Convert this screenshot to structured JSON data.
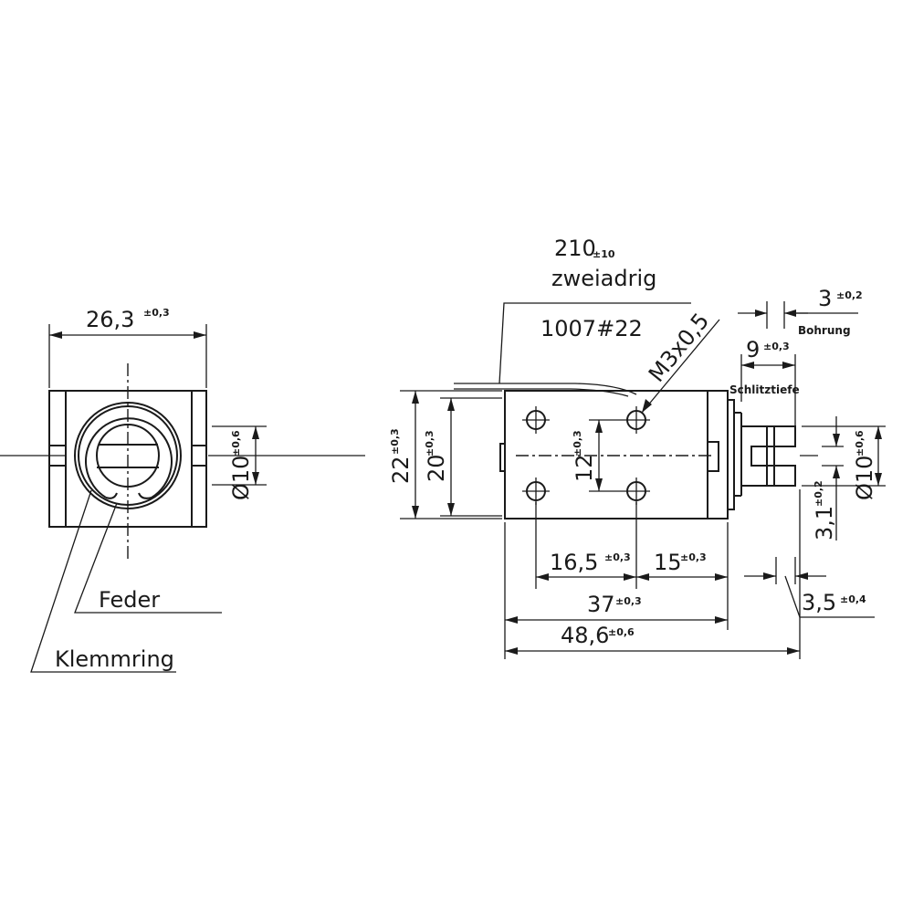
{
  "front_view": {
    "width": {
      "value": "26,3",
      "tol": "±0,3"
    },
    "diameter": {
      "value": "Ø10",
      "tol": "±0,6"
    },
    "label_spring": "Feder",
    "label_clamp": "Klemmring"
  },
  "side_view": {
    "cable_length": {
      "value": "210",
      "tol": "±10"
    },
    "cable_type": "zweiadrig",
    "cable_spec": "1007#22",
    "thread": "M3x0,5",
    "height_outer": {
      "value": "22",
      "tol": "±0,3"
    },
    "height_inner": {
      "value": "20",
      "tol": "±0,3"
    },
    "hole_spacing_v": {
      "value": "12",
      "tol": "±0,3"
    },
    "bore": {
      "value": "3",
      "tol": "±0,2",
      "label": "Bohrung"
    },
    "slot_depth": {
      "value": "9",
      "tol": "±0,3",
      "label": "Schlitztiefe"
    },
    "plunger_diameter": {
      "value": "Ø10",
      "tol": "±0,6"
    },
    "slot_width": {
      "value": "3,1",
      "tol": "±0,2"
    },
    "hole_offset": {
      "value": "16,5",
      "tol": "±0,3"
    },
    "hole_spacing_h": {
      "value": "15",
      "tol": "±0,3"
    },
    "stroke_end": {
      "value": "3,5",
      "tol": "±0,4"
    },
    "body_length": {
      "value": "37",
      "tol": "±0,3"
    },
    "total_length": {
      "value": "48,6",
      "tol": "±0,6"
    }
  }
}
